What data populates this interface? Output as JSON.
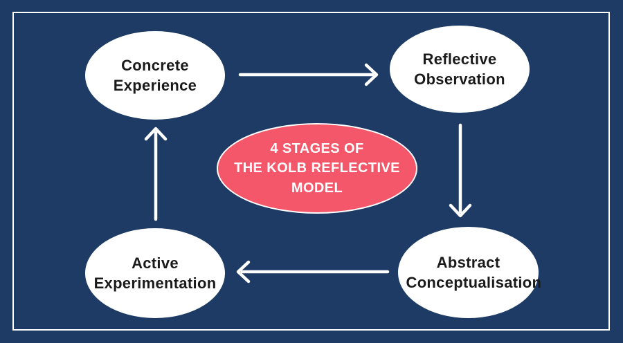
{
  "canvas": {
    "background_color": "#1d3b65",
    "frame_border_color": "#ffffff",
    "arrow_color": "#ffffff"
  },
  "center": {
    "bubble_color": "#f4566a",
    "border_color": "#ffffff",
    "text_color": "#ffffff",
    "title": "4 STAGES OF THE KOLB REFLECTIVE MODEL",
    "lines": [
      "4 STAGES OF",
      "THE KOLB REFLECTIVE",
      "MODEL"
    ]
  },
  "stages": [
    {
      "id": "concrete-experience",
      "label": "Concrete Experience",
      "position": "top-left"
    },
    {
      "id": "reflective-observation",
      "label": "Reflective Observation",
      "position": "top-right"
    },
    {
      "id": "abstract-conceptualisation",
      "label": "Abstract Conceptualisation",
      "position": "bottom-right"
    },
    {
      "id": "active-experimentation",
      "label": "Active Experimentation",
      "position": "bottom-left"
    }
  ],
  "arrows": [
    {
      "from": "Concrete Experience",
      "to": "Reflective Observation",
      "direction": "right"
    },
    {
      "from": "Reflective Observation",
      "to": "Abstract Conceptualisation",
      "direction": "down"
    },
    {
      "from": "Abstract Conceptualisation",
      "to": "Active Experimentation",
      "direction": "left"
    },
    {
      "from": "Active Experimentation",
      "to": "Concrete Experience",
      "direction": "up"
    }
  ]
}
